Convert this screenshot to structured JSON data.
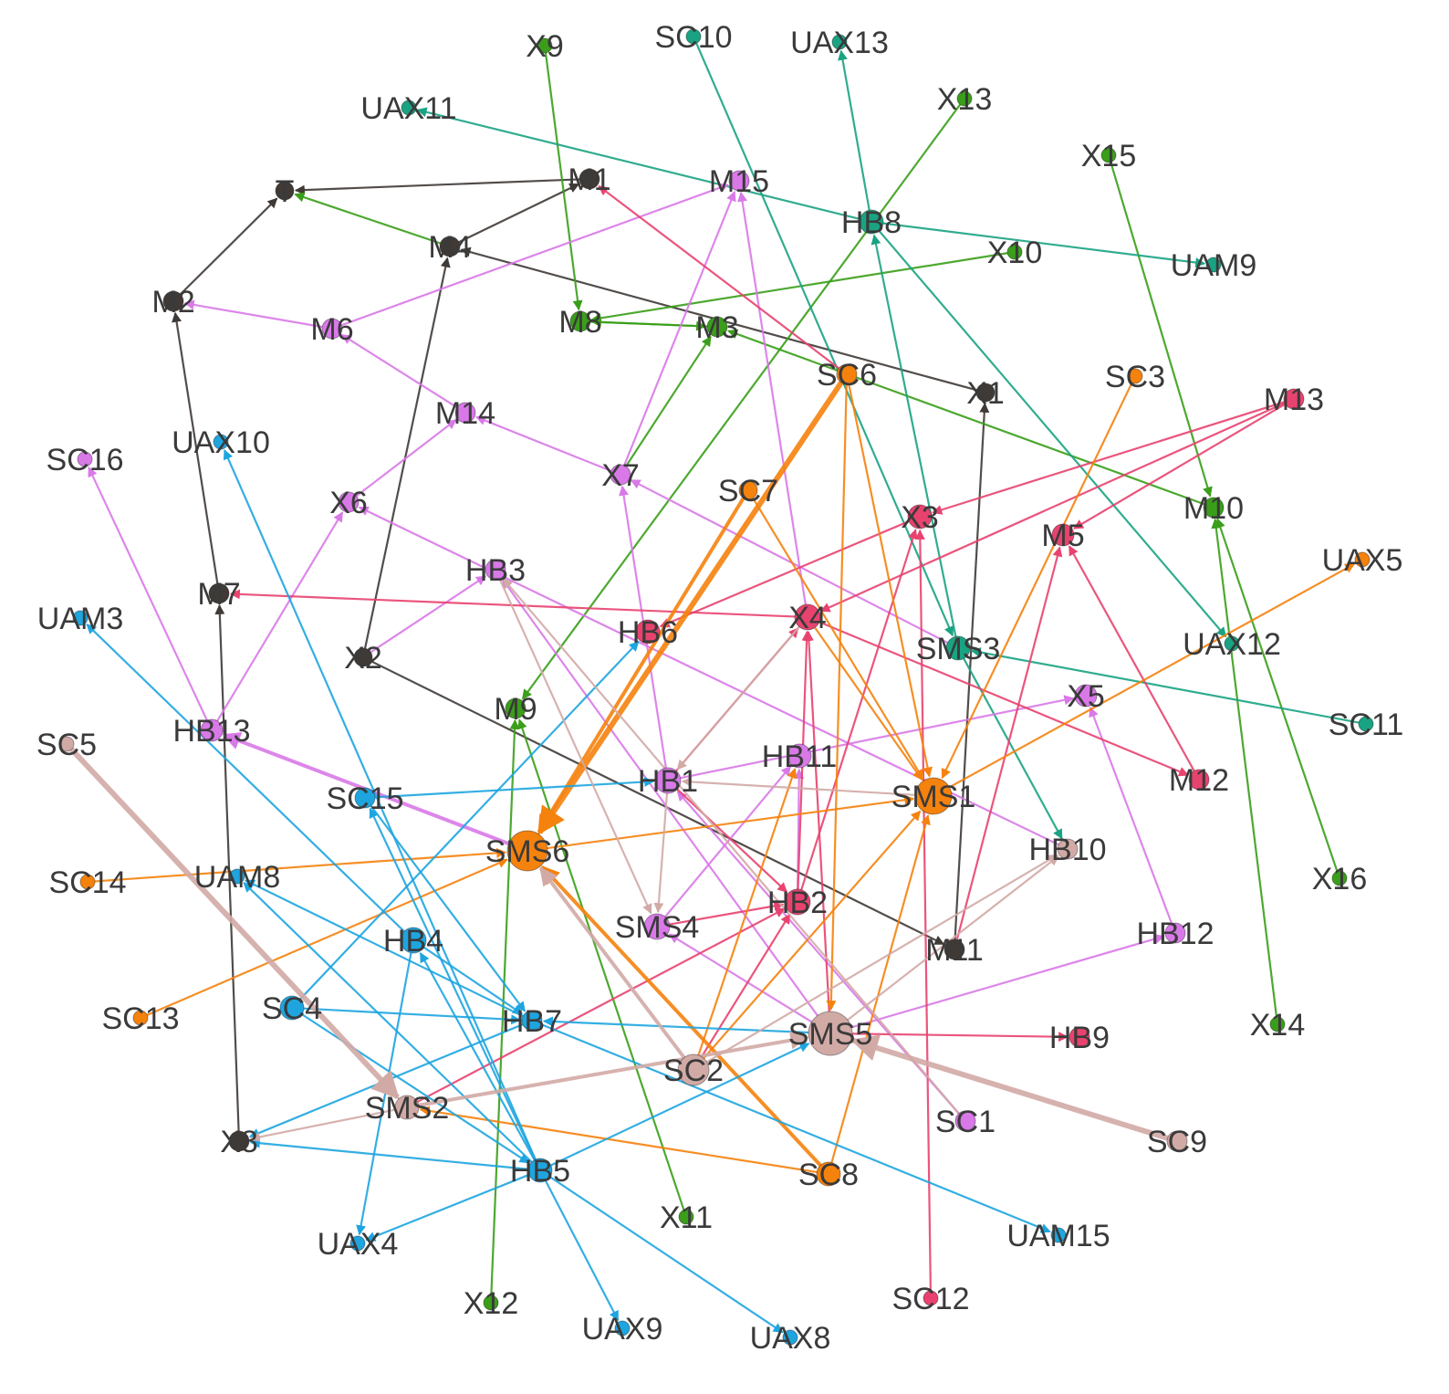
{
  "colors": {
    "black": "#3f3a36",
    "green": "#3a9e1a",
    "teal": "#1aa383",
    "magenta": "#d979e8",
    "pink": "#e8436f",
    "orange": "#f5820d",
    "blue": "#1ea5e0",
    "rose": "#d1aaa6"
  },
  "nodes": [
    {
      "id": "T",
      "label": "T",
      "group": "black"
    },
    {
      "id": "M1",
      "label": "M1",
      "group": "black"
    },
    {
      "id": "M4",
      "label": "M4",
      "group": "black"
    },
    {
      "id": "M2",
      "label": "M2",
      "group": "black"
    },
    {
      "id": "M7",
      "label": "M7",
      "group": "black"
    },
    {
      "id": "X2",
      "label": "X2",
      "group": "black"
    },
    {
      "id": "X1",
      "label": "X1",
      "group": "black"
    },
    {
      "id": "M11",
      "label": "M11",
      "group": "black"
    },
    {
      "id": "X8",
      "label": "X8",
      "group": "black"
    },
    {
      "id": "X9",
      "label": "X9",
      "group": "green"
    },
    {
      "id": "X13",
      "label": "X13",
      "group": "green"
    },
    {
      "id": "X15",
      "label": "X15",
      "group": "green"
    },
    {
      "id": "X10",
      "label": "X10",
      "group": "green"
    },
    {
      "id": "M8",
      "label": "M8",
      "group": "green"
    },
    {
      "id": "M3",
      "label": "M3",
      "group": "green"
    },
    {
      "id": "M10",
      "label": "M10",
      "group": "green"
    },
    {
      "id": "M9",
      "label": "M9",
      "group": "green"
    },
    {
      "id": "X16",
      "label": "X16",
      "group": "green"
    },
    {
      "id": "X14",
      "label": "X14",
      "group": "green"
    },
    {
      "id": "X11",
      "label": "X11",
      "group": "green"
    },
    {
      "id": "X12",
      "label": "X12",
      "group": "green"
    },
    {
      "id": "SC10",
      "label": "SC10",
      "group": "teal"
    },
    {
      "id": "UAX13",
      "label": "UAX13",
      "group": "teal"
    },
    {
      "id": "UAX11",
      "label": "UAX11",
      "group": "teal"
    },
    {
      "id": "HB8",
      "label": "HB8",
      "group": "teal"
    },
    {
      "id": "UAM9",
      "label": "UAM9",
      "group": "teal"
    },
    {
      "id": "SMS3",
      "label": "SMS3",
      "group": "teal"
    },
    {
      "id": "UAX12",
      "label": "UAX12",
      "group": "teal"
    },
    {
      "id": "SC11",
      "label": "SC11",
      "group": "teal"
    },
    {
      "id": "M15",
      "label": "M15",
      "group": "magenta"
    },
    {
      "id": "M6",
      "label": "M6",
      "group": "magenta"
    },
    {
      "id": "M14",
      "label": "M14",
      "group": "magenta"
    },
    {
      "id": "SC16",
      "label": "SC16",
      "group": "magenta"
    },
    {
      "id": "X6",
      "label": "X6",
      "group": "magenta"
    },
    {
      "id": "X7",
      "label": "X7",
      "group": "magenta"
    },
    {
      "id": "HB3",
      "label": "HB3",
      "group": "magenta"
    },
    {
      "id": "HB13",
      "label": "HB13",
      "group": "magenta"
    },
    {
      "id": "HB1",
      "label": "HB1",
      "group": "magenta"
    },
    {
      "id": "HB11",
      "label": "HB11",
      "group": "magenta"
    },
    {
      "id": "X5",
      "label": "X5",
      "group": "magenta"
    },
    {
      "id": "SMS4",
      "label": "SMS4",
      "group": "magenta"
    },
    {
      "id": "HB12",
      "label": "HB12",
      "group": "magenta"
    },
    {
      "id": "SC1",
      "label": "SC1",
      "group": "magenta"
    },
    {
      "id": "M13",
      "label": "M13",
      "group": "pink"
    },
    {
      "id": "M5",
      "label": "M5",
      "group": "pink"
    },
    {
      "id": "X3",
      "label": "X3",
      "group": "pink"
    },
    {
      "id": "X4",
      "label": "X4",
      "group": "pink"
    },
    {
      "id": "HB6",
      "label": "HB6",
      "group": "pink"
    },
    {
      "id": "M12",
      "label": "M12",
      "group": "pink"
    },
    {
      "id": "HB2",
      "label": "HB2",
      "group": "pink"
    },
    {
      "id": "HB9",
      "label": "HB9",
      "group": "pink"
    },
    {
      "id": "SC12",
      "label": "SC12",
      "group": "pink"
    },
    {
      "id": "SC6",
      "label": "SC6",
      "group": "orange"
    },
    {
      "id": "SC3",
      "label": "SC3",
      "group": "orange"
    },
    {
      "id": "SC7",
      "label": "SC7",
      "group": "orange"
    },
    {
      "id": "UAX5",
      "label": "UAX5",
      "group": "orange"
    },
    {
      "id": "SMS1",
      "label": "SMS1",
      "group": "orange"
    },
    {
      "id": "SMS6",
      "label": "SMS6",
      "group": "orange"
    },
    {
      "id": "SC14",
      "label": "SC14",
      "group": "orange"
    },
    {
      "id": "SC13",
      "label": "SC13",
      "group": "orange"
    },
    {
      "id": "SC8",
      "label": "SC8",
      "group": "orange"
    },
    {
      "id": "UAX10",
      "label": "UAX10",
      "group": "blue"
    },
    {
      "id": "UAM3",
      "label": "UAM3",
      "group": "blue"
    },
    {
      "id": "SC15",
      "label": "SC15",
      "group": "blue"
    },
    {
      "id": "UAM8",
      "label": "UAM8",
      "group": "blue"
    },
    {
      "id": "HB4",
      "label": "HB4",
      "group": "blue"
    },
    {
      "id": "SC4",
      "label": "SC4",
      "group": "blue"
    },
    {
      "id": "HB7",
      "label": "HB7",
      "group": "blue"
    },
    {
      "id": "HB5",
      "label": "HB5",
      "group": "blue"
    },
    {
      "id": "UAX4",
      "label": "UAX4",
      "group": "blue"
    },
    {
      "id": "UAX9",
      "label": "UAX9",
      "group": "blue"
    },
    {
      "id": "UAX8",
      "label": "UAX8",
      "group": "blue"
    },
    {
      "id": "UAM15",
      "label": "UAM15",
      "group": "blue"
    },
    {
      "id": "SC5",
      "label": "SC5",
      "group": "rose"
    },
    {
      "id": "HB10",
      "label": "HB10",
      "group": "rose"
    },
    {
      "id": "SMS2",
      "label": "SMS2",
      "group": "rose"
    },
    {
      "id": "SC2",
      "label": "SC2",
      "group": "rose"
    },
    {
      "id": "SMS5",
      "label": "SMS5",
      "group": "rose"
    },
    {
      "id": "SC9",
      "label": "SC9",
      "group": "rose"
    }
  ],
  "edges": [
    [
      "M1",
      "T",
      "black",
      1
    ],
    [
      "M4",
      "M1",
      "black",
      1
    ],
    [
      "M2",
      "T",
      "black",
      1
    ],
    [
      "M7",
      "M2",
      "black",
      1
    ],
    [
      "X2",
      "M4",
      "black",
      1
    ],
    [
      "X1",
      "M4",
      "black",
      1
    ],
    [
      "M11",
      "X1",
      "black",
      1
    ],
    [
      "X2",
      "M11",
      "black",
      1
    ],
    [
      "X8",
      "M7",
      "black",
      1
    ],
    [
      "X9",
      "M8",
      "green",
      1
    ],
    [
      "X10",
      "M8",
      "green",
      1
    ],
    [
      "M8",
      "M3",
      "green",
      1
    ],
    [
      "M3",
      "M8",
      "green",
      1
    ],
    [
      "X13",
      "M9",
      "green",
      1
    ],
    [
      "X7",
      "M3",
      "green",
      1
    ],
    [
      "M10",
      "M3",
      "green",
      1
    ],
    [
      "X15",
      "M10",
      "green",
      1
    ],
    [
      "X16",
      "M10",
      "green",
      1
    ],
    [
      "X14",
      "M10",
      "green",
      1
    ],
    [
      "X11",
      "M9",
      "green",
      1
    ],
    [
      "X12",
      "M9",
      "green",
      1
    ],
    [
      "M4",
      "T",
      "green",
      1
    ],
    [
      "HB8",
      "UAX11",
      "teal",
      1
    ],
    [
      "HB8",
      "UAX13",
      "teal",
      1
    ],
    [
      "HB8",
      "UAM9",
      "teal",
      1
    ],
    [
      "SMS3",
      "HB8",
      "teal",
      1
    ],
    [
      "HB8",
      "UAX12",
      "teal",
      1
    ],
    [
      "SC10",
      "SMS3",
      "teal",
      1
    ],
    [
      "SC11",
      "SMS3",
      "teal",
      1
    ],
    [
      "SMS3",
      "HB10",
      "teal",
      1
    ],
    [
      "M6",
      "M15",
      "magenta",
      1
    ],
    [
      "M14",
      "M6",
      "magenta",
      1
    ],
    [
      "X7",
      "M14",
      "magenta",
      1
    ],
    [
      "X6",
      "M14",
      "magenta",
      1
    ],
    [
      "X7",
      "M15",
      "magenta",
      1
    ],
    [
      "SMS3",
      "X7",
      "magenta",
      1
    ],
    [
      "HB1",
      "X7",
      "magenta",
      1
    ],
    [
      "HB13",
      "X6",
      "magenta",
      1
    ],
    [
      "X2",
      "HB3",
      "magenta",
      1
    ],
    [
      "HB13",
      "SC16",
      "magenta",
      1
    ],
    [
      "SMS6",
      "HB13",
      "magenta",
      2
    ],
    [
      "SMS5",
      "HB3",
      "magenta",
      1
    ],
    [
      "SMS5",
      "SMS4",
      "magenta",
      1
    ],
    [
      "SMS5",
      "HB12",
      "magenta",
      1
    ],
    [
      "HB1",
      "X5",
      "magenta",
      1
    ],
    [
      "HB12",
      "X5",
      "magenta",
      1
    ],
    [
      "SC1",
      "HB1",
      "magenta",
      1
    ],
    [
      "M6",
      "M2",
      "magenta",
      1
    ],
    [
      "HB10",
      "X6",
      "magenta",
      1
    ],
    [
      "SMS4",
      "HB11",
      "magenta",
      1
    ],
    [
      "HB2",
      "HB11",
      "magenta",
      1
    ],
    [
      "X4",
      "M15",
      "magenta",
      1
    ],
    [
      "M13",
      "M5",
      "pink",
      1
    ],
    [
      "M13",
      "X4",
      "pink",
      1
    ],
    [
      "M13",
      "X3",
      "pink",
      1
    ],
    [
      "M12",
      "M5",
      "pink",
      1
    ],
    [
      "X4",
      "M7",
      "pink",
      1
    ],
    [
      "HB2",
      "X3",
      "pink",
      1
    ],
    [
      "HB2",
      "X4",
      "pink",
      1
    ],
    [
      "HB1",
      "X4",
      "pink",
      1
    ],
    [
      "SMS5",
      "X4",
      "pink",
      1
    ],
    [
      "X4",
      "M12",
      "pink",
      1
    ],
    [
      "SC12",
      "X3",
      "pink",
      1
    ],
    [
      "SMS5",
      "HB9",
      "pink",
      1
    ],
    [
      "SC6",
      "M1",
      "pink",
      1
    ],
    [
      "SMS4",
      "HB2",
      "pink",
      1
    ],
    [
      "HB1",
      "HB2",
      "pink",
      1
    ],
    [
      "SC2",
      "HB2",
      "pink",
      1
    ],
    [
      "SMS2",
      "HB2",
      "pink",
      1
    ],
    [
      "M11",
      "M5",
      "pink",
      1
    ],
    [
      "X3",
      "HB6",
      "pink",
      1
    ],
    [
      "SC6",
      "SMS6",
      "orange",
      3
    ],
    [
      "SC7",
      "SMS6",
      "orange",
      2
    ],
    [
      "SC6",
      "SMS1",
      "orange",
      1
    ],
    [
      "SC3",
      "SMS1",
      "orange",
      1
    ],
    [
      "SC7",
      "SMS1",
      "orange",
      1
    ],
    [
      "SMS6",
      "SMS1",
      "orange",
      1
    ],
    [
      "SC14",
      "SMS6",
      "orange",
      1
    ],
    [
      "SC13",
      "SMS6",
      "orange",
      1
    ],
    [
      "SC8",
      "SMS6",
      "orange",
      2
    ],
    [
      "SC8",
      "SMS1",
      "orange",
      1
    ],
    [
      "SC2",
      "SMS1",
      "orange",
      1
    ],
    [
      "X4",
      "SMS1",
      "orange",
      1
    ],
    [
      "SMS1",
      "UAX5",
      "orange",
      1
    ],
    [
      "SC8",
      "SMS2",
      "orange",
      1
    ],
    [
      "SC6",
      "SMS5",
      "orange",
      1
    ],
    [
      "SC2",
      "HB11",
      "orange",
      1
    ],
    [
      "SC4",
      "HB7",
      "blue",
      1
    ],
    [
      "HB7",
      "UAM8",
      "blue",
      1
    ],
    [
      "HB5",
      "UAM8",
      "blue",
      1
    ],
    [
      "HB5",
      "SC15",
      "blue",
      1
    ],
    [
      "HB4",
      "UAM3",
      "blue",
      1
    ],
    [
      "HB5",
      "UAX10",
      "blue",
      1
    ],
    [
      "HB4",
      "UAX4",
      "blue",
      1
    ],
    [
      "HB4",
      "HB7",
      "blue",
      1
    ],
    [
      "HB5",
      "UAX4",
      "blue",
      1
    ],
    [
      "HB5",
      "UAX9",
      "blue",
      1
    ],
    [
      "HB5",
      "UAX8",
      "blue",
      1
    ],
    [
      "HB7",
      "UAM15",
      "blue",
      1
    ],
    [
      "SC15",
      "HB7",
      "blue",
      1
    ],
    [
      "SC4",
      "HB5",
      "blue",
      1
    ],
    [
      "SC15",
      "HB1",
      "blue",
      1
    ],
    [
      "HB5",
      "HB4",
      "blue",
      1
    ],
    [
      "SMS5",
      "HB7",
      "blue",
      1
    ],
    [
      "SC4",
      "HB6",
      "blue",
      1
    ],
    [
      "HB5",
      "SMS5",
      "blue",
      1
    ],
    [
      "HB5",
      "X8",
      "blue",
      1
    ],
    [
      "HB7",
      "X8",
      "blue",
      1
    ],
    [
      "SC5",
      "SMS2",
      "rose",
      3
    ],
    [
      "SC9",
      "SMS5",
      "rose",
      3
    ],
    [
      "SMS2",
      "SMS5",
      "rose",
      2
    ],
    [
      "SC2",
      "SMS6",
      "rose",
      2
    ],
    [
      "SMS2",
      "X8",
      "rose",
      1
    ],
    [
      "SC2",
      "HB10",
      "rose",
      1
    ],
    [
      "SMS5",
      "HB10",
      "rose",
      1
    ],
    [
      "HB1",
      "SMS4",
      "rose",
      1
    ],
    [
      "SMS1",
      "HB1",
      "rose",
      1
    ],
    [
      "HB3",
      "SMS4",
      "rose",
      1
    ],
    [
      "X4",
      "HB1",
      "rose",
      1
    ],
    [
      "SC1",
      "HB3",
      "rose",
      1
    ]
  ]
}
